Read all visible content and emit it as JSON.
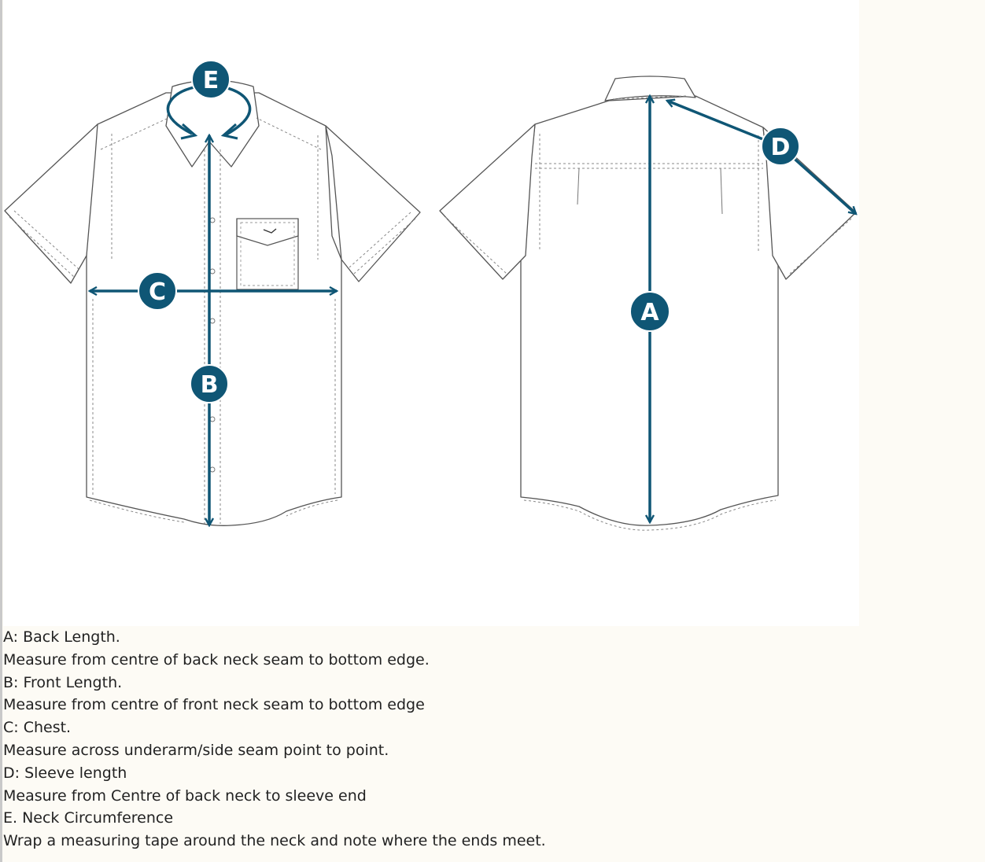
{
  "colors": {
    "accent": "#0f5675",
    "outline": "#555555",
    "page_background": "#fdfbf5",
    "figure_background": "#ffffff",
    "caption_text": "#222222"
  },
  "diagram": {
    "badges": {
      "a": "A",
      "b": "B",
      "c": "C",
      "d": "D",
      "e": "E"
    }
  },
  "captions": {
    "a_title": "A: Back Length.",
    "a_desc": "Measure from centre of back neck seam to bottom edge.",
    "b_title": "B: Front Length.",
    "b_desc": "Measure from centre of front neck seam to bottom edge",
    "c_title": "C: Chest.",
    "c_desc": "Measure across underarm/side seam point to point.",
    "d_title": "D: Sleeve length",
    "d_desc": "Measure from Centre of back neck to sleeve end",
    "e_title": "E. Neck Circumference",
    "e_desc": "Wrap a measuring tape around the neck and note where the ends meet."
  }
}
